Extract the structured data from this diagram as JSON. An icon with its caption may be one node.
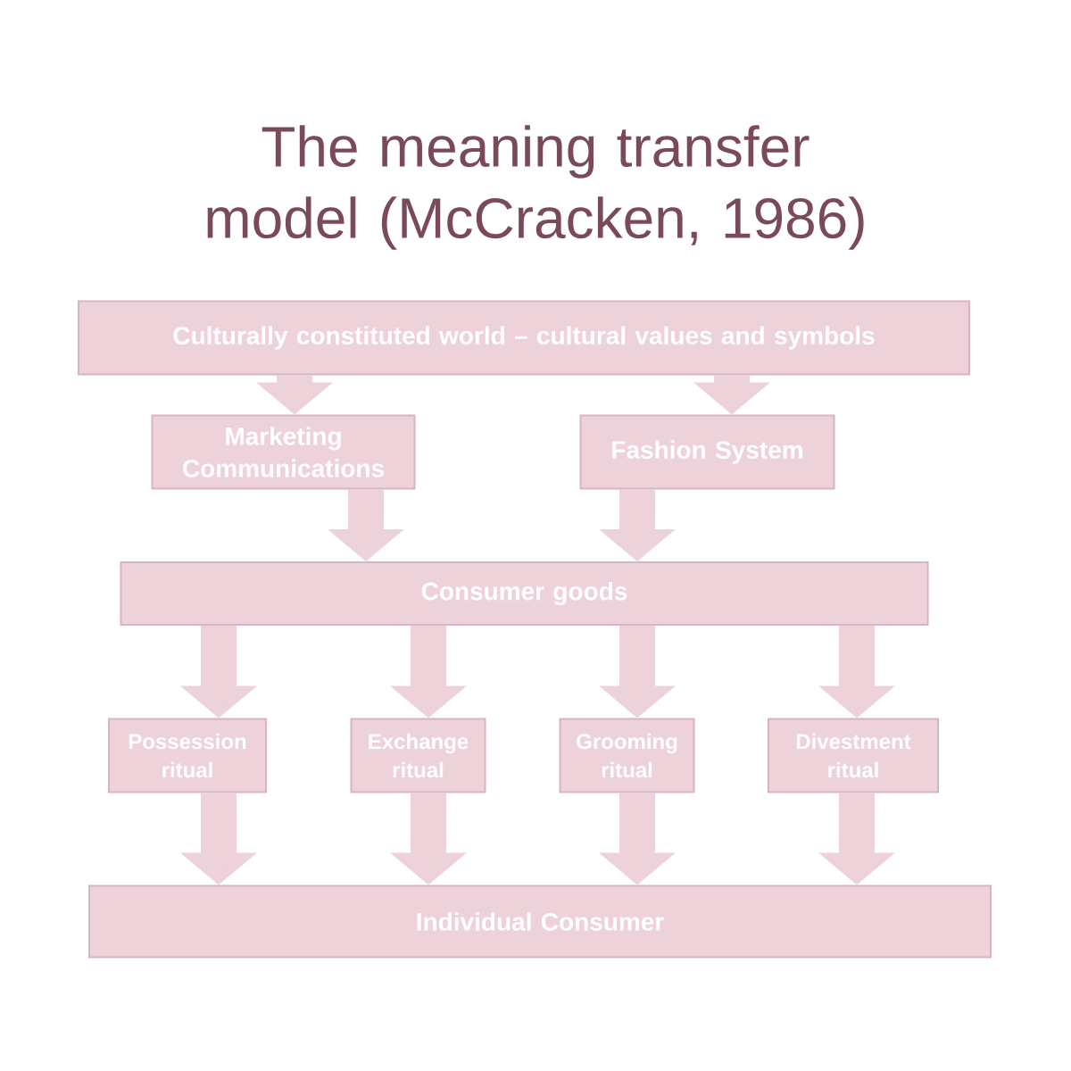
{
  "diagram": {
    "title": "The meaning transfer model (McCracken, 1986)",
    "nodes": [
      {
        "text": [
          "Culturally constituted world – cultural values and symbols"
        ]
      },
      {
        "text": [
          "Marketing Communications"
        ]
      },
      {
        "text": [
          "Fashion System"
        ]
      },
      {
        "text": [
          "Consumer goods"
        ]
      },
      {
        "text": [
          "Possession ritual"
        ]
      },
      {
        "text": [
          "Exchange ritual"
        ]
      },
      {
        "text": [
          "Grooming ritual"
        ]
      },
      {
        "text": [
          "Divestment ritual"
        ]
      },
      {
        "text": [
          "Individual Consumer"
        ]
      }
    ],
    "edges": [
      {
        "from": 0,
        "to": 1,
        "arrow": "to"
      },
      {
        "from": 0,
        "to": 2,
        "arrow": "to"
      },
      {
        "from": 1,
        "to": 3,
        "arrow": "to"
      },
      {
        "from": 2,
        "to": 3,
        "arrow": "to"
      },
      {
        "from": 3,
        "to": 4,
        "arrow": "to"
      },
      {
        "from": 3,
        "to": 5,
        "arrow": "to"
      },
      {
        "from": 3,
        "to": 6,
        "arrow": "to"
      },
      {
        "from": 3,
        "to": 7,
        "arrow": "to"
      },
      {
        "from": 4,
        "to": 8,
        "arrow": "to"
      },
      {
        "from": 5,
        "to": 8,
        "arrow": "to"
      },
      {
        "from": 6,
        "to": 8,
        "arrow": "to"
      },
      {
        "from": 7,
        "to": 8,
        "arrow": "to"
      }
    ]
  }
}
